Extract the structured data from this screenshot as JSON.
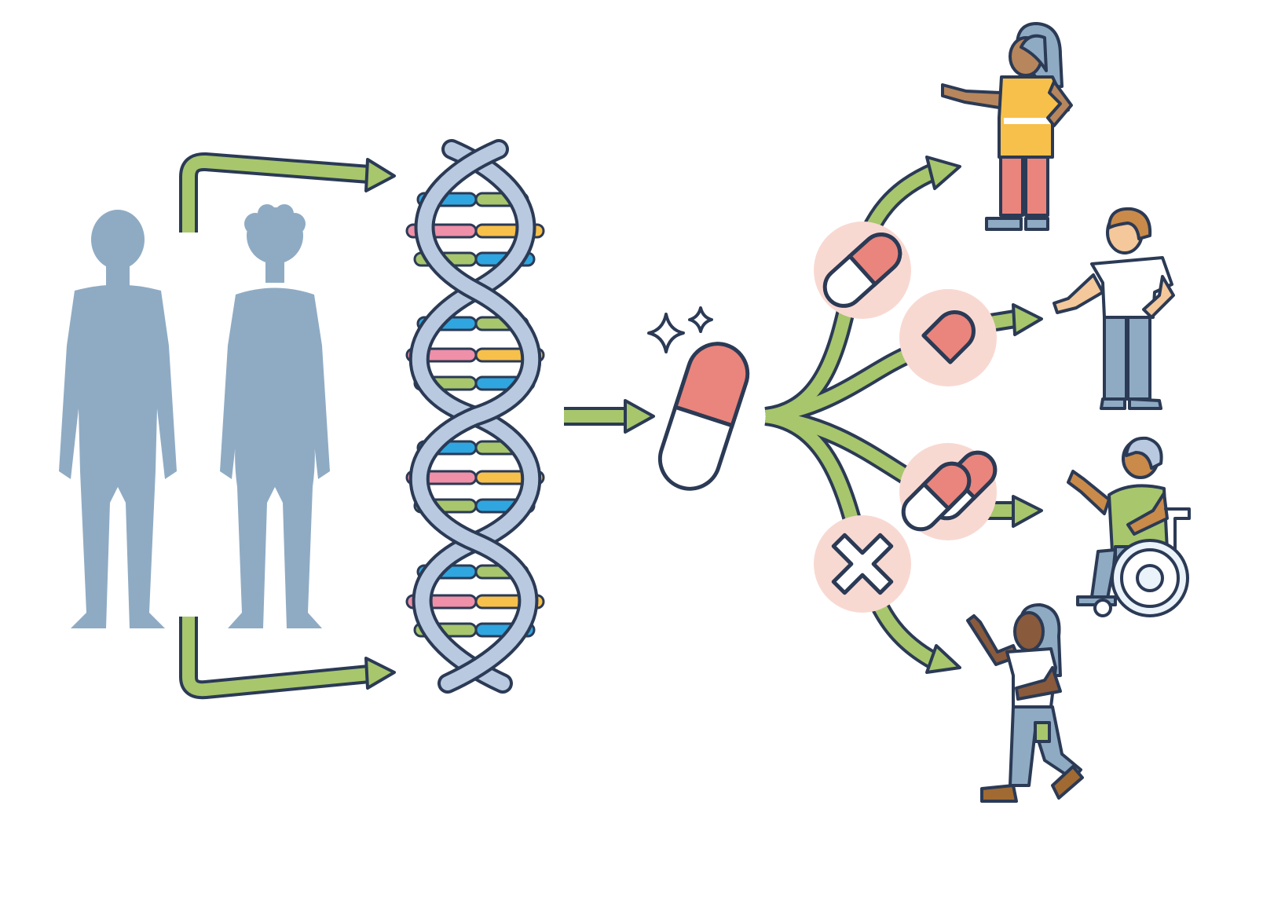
{
  "diagram": {
    "palette": {
      "outline": "#2b3a55",
      "silhouette": "#8fabc4",
      "arrow_green": "#a8c66c",
      "helix_strand": "#b8c9e0",
      "base_blue": "#2fa6e0",
      "base_green": "#a8c66c",
      "base_pink": "#ef8fa8",
      "base_yellow": "#f7c04a",
      "pill_red": "#e9857c",
      "pill_white": "#ffffff",
      "circle_bg": "#f8d9d2",
      "sparkle": "#ffffff"
    },
    "elements": {
      "silhouettes": [
        "male-silhouette",
        "female-silhouette"
      ],
      "dna": "dna-double-helix",
      "central_drug": "capsule-pill",
      "dose_options": [
        "full-capsule",
        "half-capsule",
        "double-capsule",
        "no-drug-cross"
      ],
      "patients": [
        "woman-standing",
        "man-standing",
        "man-wheelchair",
        "woman-walking"
      ]
    }
  }
}
